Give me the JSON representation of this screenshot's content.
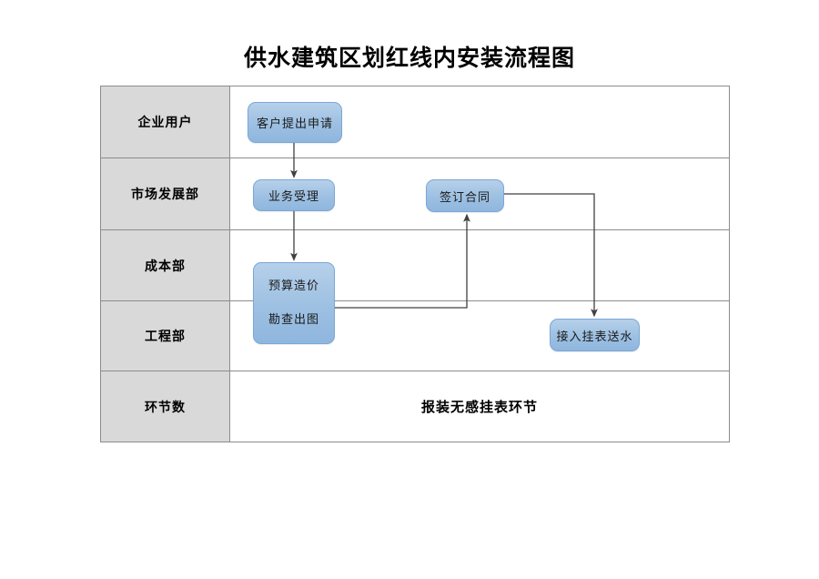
{
  "title": "供水建筑区划红线内安装流程图",
  "colors": {
    "node_fill": "#9dc0e2",
    "node_border": "#7ba7d7",
    "lane_label_bg": "#d9d9d9",
    "table_border": "#8c8c8c",
    "connector": "#404040",
    "page_bg": "#ffffff",
    "text": "#000000"
  },
  "lanes": [
    {
      "label": "企业用户"
    },
    {
      "label": "市场发展部"
    },
    {
      "label": "成本部"
    },
    {
      "label": "工程部"
    },
    {
      "label": "环节数"
    }
  ],
  "nodes": {
    "apply": "客户提出申请",
    "accept": "业务受理",
    "contract": "签订合同",
    "estimate": "预算造价",
    "survey": "勘查出图",
    "deliver": "接入挂表送水"
  },
  "summary": {
    "label": "报装无感挂表环节"
  },
  "flow": [
    {
      "from": "apply",
      "to": "accept",
      "kind": "vertical-arrow"
    },
    {
      "from": "accept",
      "to": "estimate",
      "kind": "vertical-arrow"
    },
    {
      "from": "survey",
      "to": "contract",
      "kind": "elbow-right-up-arrow"
    },
    {
      "from": "contract",
      "to": "deliver",
      "kind": "elbow-right-down-arrow"
    }
  ]
}
